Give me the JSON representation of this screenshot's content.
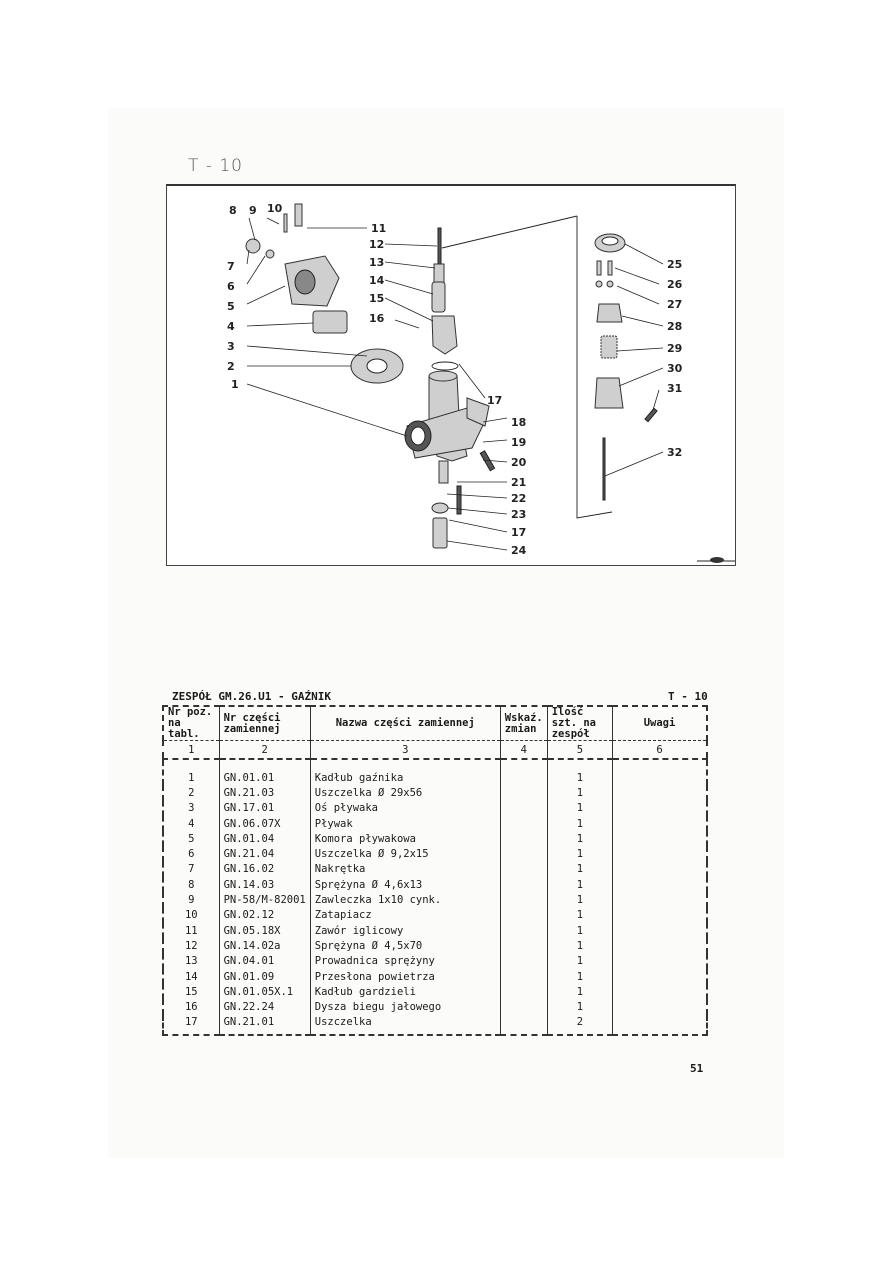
{
  "figure": {
    "label": "T - 10",
    "callouts": [
      "1",
      "2",
      "3",
      "4",
      "5",
      "6",
      "7",
      "8",
      "9",
      "10",
      "11",
      "12",
      "13",
      "14",
      "15",
      "16",
      "17",
      "18",
      "19",
      "20",
      "21",
      "22",
      "23",
      "17",
      "24",
      "25",
      "26",
      "27",
      "28",
      "29",
      "30",
      "31",
      "32"
    ]
  },
  "table": {
    "title": "ZESPÓŁ GM.26.U1 - GAŹNIK",
    "ref": "T - 10",
    "headers": {
      "pos": "Nr poz. na tabl.",
      "part_no": "Nr części zamiennej",
      "name": "Nazwa części zamiennej",
      "changes": "Wskaź. zmian",
      "qty": "Ilość szt. na zespół",
      "notes": "Uwagi"
    },
    "column_numbers": [
      "1",
      "2",
      "3",
      "4",
      "5",
      "6"
    ],
    "rows": [
      {
        "pos": "1",
        "part_no": "GN.01.01",
        "name": "Kadłub gaźnika",
        "changes": "",
        "qty": "1",
        "notes": ""
      },
      {
        "pos": "2",
        "part_no": "GN.21.03",
        "name": "Uszczelka Ø 29x56",
        "changes": "",
        "qty": "1",
        "notes": ""
      },
      {
        "pos": "3",
        "part_no": "GN.17.01",
        "name": "Oś pływaka",
        "changes": "",
        "qty": "1",
        "notes": ""
      },
      {
        "pos": "4",
        "part_no": "GN.06.07X",
        "name": "Pływak",
        "changes": "",
        "qty": "1",
        "notes": ""
      },
      {
        "pos": "5",
        "part_no": "GN.01.04",
        "name": "Komora pływakowa",
        "changes": "",
        "qty": "1",
        "notes": ""
      },
      {
        "pos": "6",
        "part_no": "GN.21.04",
        "name": "Uszczelka Ø 9,2x15",
        "changes": "",
        "qty": "1",
        "notes": ""
      },
      {
        "pos": "7",
        "part_no": "GN.16.02",
        "name": "Nakrętka",
        "changes": "",
        "qty": "1",
        "notes": ""
      },
      {
        "pos": "8",
        "part_no": "GN.14.03",
        "name": "Sprężyna Ø 4,6x13",
        "changes": "",
        "qty": "1",
        "notes": ""
      },
      {
        "pos": "9",
        "part_no": "PN-58/M-82001",
        "name": "Zawleczka 1x10 cynk.",
        "changes": "",
        "qty": "1",
        "notes": ""
      },
      {
        "pos": "10",
        "part_no": "GN.02.12",
        "name": "Zatapiacz",
        "changes": "",
        "qty": "1",
        "notes": ""
      },
      {
        "pos": "11",
        "part_no": "GN.05.18X",
        "name": "Zawór iglicowy",
        "changes": "",
        "qty": "1",
        "notes": ""
      },
      {
        "pos": "12",
        "part_no": "GN.14.02a",
        "name": "Sprężyna Ø 4,5x70",
        "changes": "",
        "qty": "1",
        "notes": ""
      },
      {
        "pos": "13",
        "part_no": "GN.04.01",
        "name": "Prowadnica sprężyny",
        "changes": "",
        "qty": "1",
        "notes": ""
      },
      {
        "pos": "14",
        "part_no": "GN.01.09",
        "name": "Przesłona powietrza",
        "changes": "",
        "qty": "1",
        "notes": ""
      },
      {
        "pos": "15",
        "part_no": "GN.01.05X.1",
        "name": "Kadłub gardzieli",
        "changes": "",
        "qty": "1",
        "notes": ""
      },
      {
        "pos": "16",
        "part_no": "GN.22.24",
        "name": "Dysza biegu jałowego",
        "changes": "",
        "qty": "1",
        "notes": ""
      },
      {
        "pos": "17",
        "part_no": "GN.21.01",
        "name": "Uszczelka",
        "changes": "",
        "qty": "2",
        "notes": ""
      }
    ]
  },
  "page_number": "51"
}
